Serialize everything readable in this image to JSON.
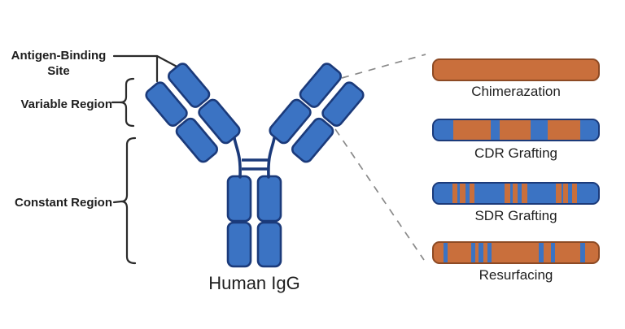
{
  "antibody": {
    "name": "Human IgG",
    "labels": {
      "antigen_binding_site": "Antigen-Binding Site",
      "variable_region": "Variable Region",
      "constant_region": "Constant Region"
    }
  },
  "colors": {
    "human": "#3b73c3",
    "human_outline": "#1b3a7a",
    "mouse": "#c96f3c",
    "mouse_outline": "#8d4a24",
    "line": "#2b2b2b",
    "dashed": "#8a8a8a",
    "text": "#1e1e1e"
  },
  "strategies": [
    {
      "id": "chimerization",
      "label": "Chimerazation",
      "base": "mouse",
      "segments": []
    },
    {
      "id": "cdr-grafting",
      "label": "CDR Grafting",
      "base": "human",
      "segments": [
        {
          "from": 0.12,
          "to": 0.345,
          "color": "mouse"
        },
        {
          "from": 0.4,
          "to": 0.59,
          "color": "mouse"
        },
        {
          "from": 0.695,
          "to": 0.89,
          "color": "mouse"
        }
      ]
    },
    {
      "id": "sdr-grafting",
      "label": "SDR Grafting",
      "base": "human",
      "segments": [
        {
          "from": 0.112,
          "to": 0.144,
          "color": "mouse"
        },
        {
          "from": 0.16,
          "to": 0.192,
          "color": "mouse"
        },
        {
          "from": 0.216,
          "to": 0.248,
          "color": "mouse"
        },
        {
          "from": 0.432,
          "to": 0.464,
          "color": "mouse"
        },
        {
          "from": 0.48,
          "to": 0.512,
          "color": "mouse"
        },
        {
          "from": 0.536,
          "to": 0.568,
          "color": "mouse"
        },
        {
          "from": 0.744,
          "to": 0.776,
          "color": "mouse"
        },
        {
          "from": 0.787,
          "to": 0.819,
          "color": "mouse"
        },
        {
          "from": 0.84,
          "to": 0.872,
          "color": "mouse"
        }
      ]
    },
    {
      "id": "resurfacing",
      "label": "Resurfacing",
      "base": "mouse",
      "segments": [
        {
          "from": 0.059,
          "to": 0.086,
          "color": "human"
        },
        {
          "from": 0.226,
          "to": 0.253,
          "color": "human"
        },
        {
          "from": 0.274,
          "to": 0.301,
          "color": "human"
        },
        {
          "from": 0.325,
          "to": 0.352,
          "color": "human"
        },
        {
          "from": 0.641,
          "to": 0.668,
          "color": "human"
        },
        {
          "from": 0.713,
          "to": 0.74,
          "color": "human"
        },
        {
          "from": 0.893,
          "to": 0.92,
          "color": "human"
        }
      ]
    }
  ],
  "bar_layout": {
    "tops": [
      72,
      146,
      224,
      297
    ],
    "label_tops": [
      103,
      179,
      256,
      329
    ]
  }
}
